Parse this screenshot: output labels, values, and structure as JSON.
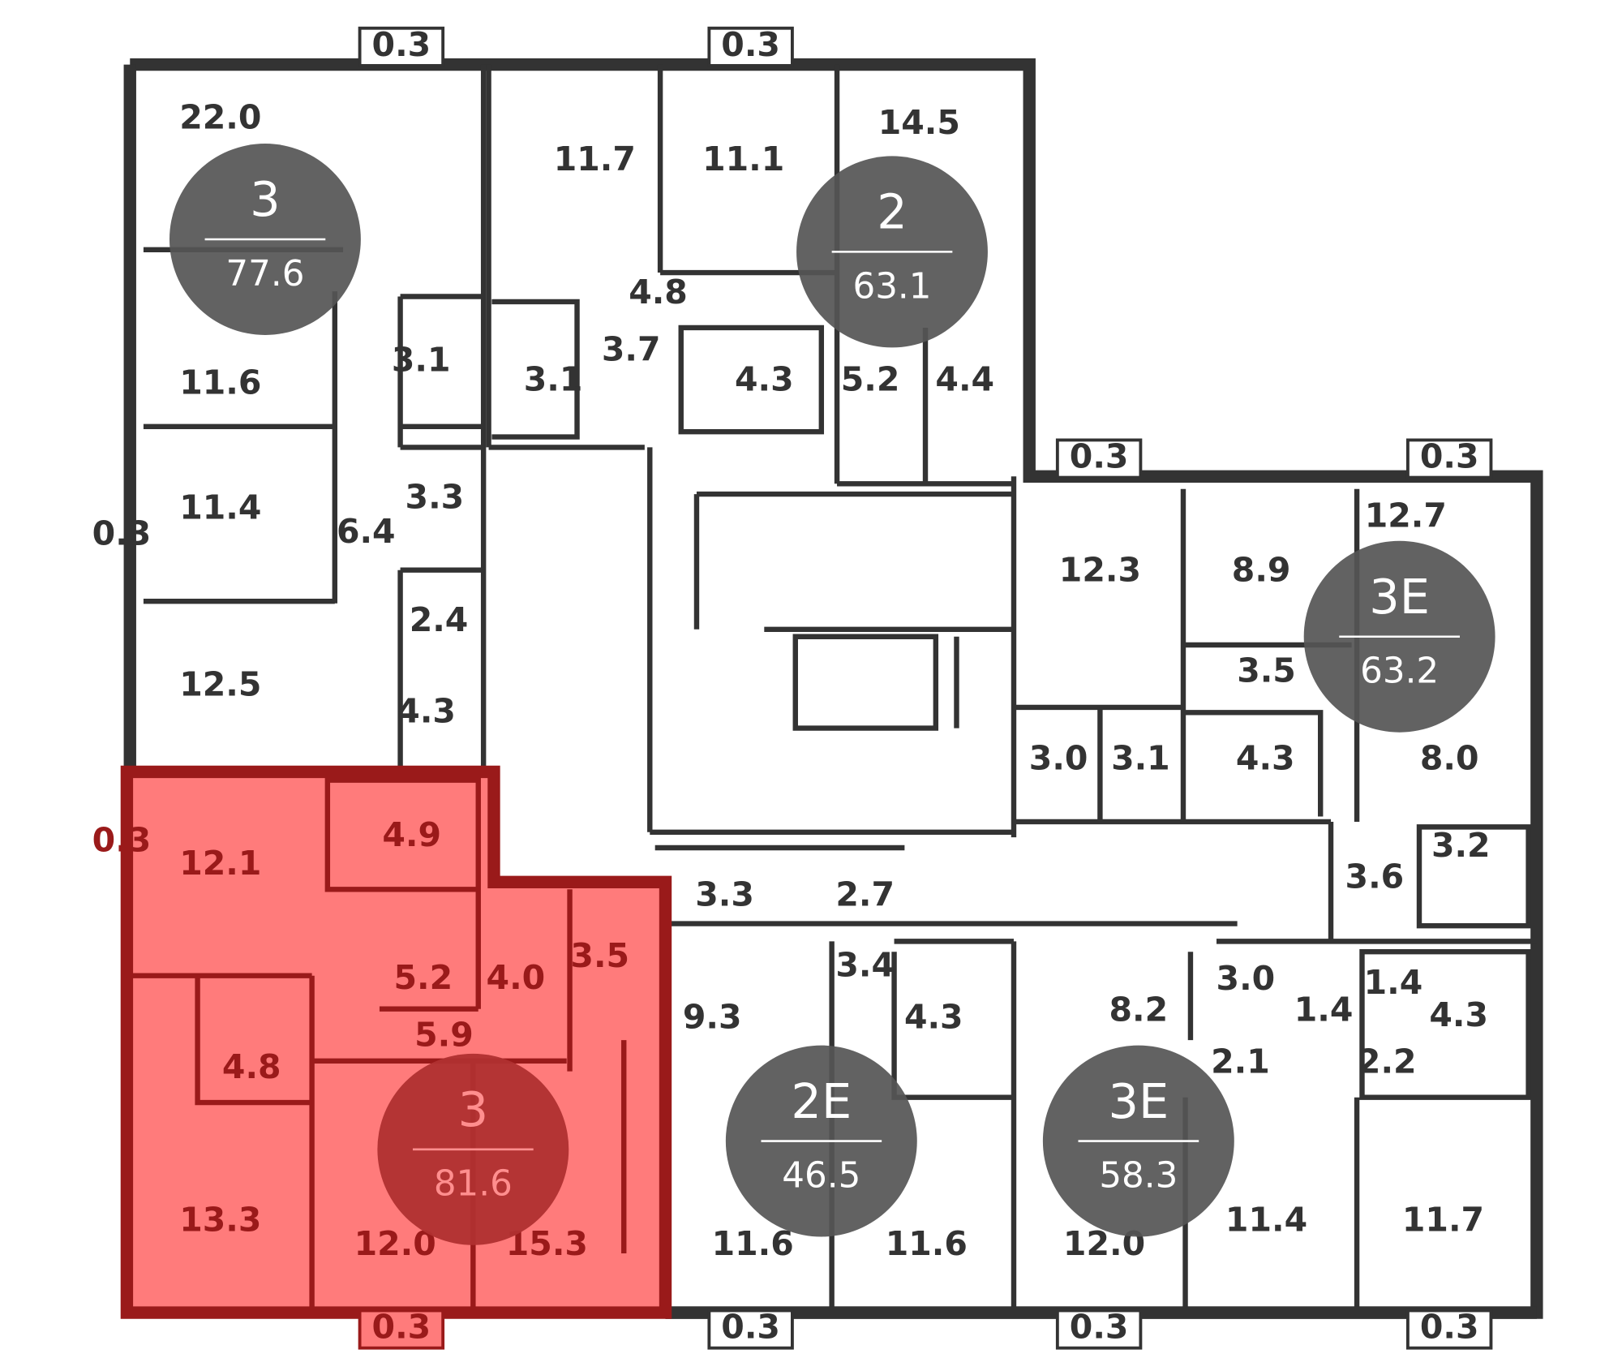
{
  "plan": {
    "colors": {
      "wall": "#333333",
      "badge": "#555555",
      "badge_text": "#ffffff",
      "highlight_fill": "#ff7b7b",
      "highlight_wall": "#9a1a1a",
      "highlight_badge": "#b03030",
      "highlight_badge_text": "#ff8e8e"
    },
    "apartments": [
      {
        "rooms": "3",
        "area": "77.6"
      },
      {
        "rooms": "2",
        "area": "63.1"
      },
      {
        "rooms": "3E",
        "area": "63.2"
      },
      {
        "rooms": "2E",
        "area": "46.5"
      },
      {
        "rooms": "3E",
        "area": "58.3"
      },
      {
        "rooms": "3",
        "area": "81.6",
        "selected": true
      }
    ],
    "room_areas": [
      "22.0",
      "11.7",
      "11.1",
      "14.5",
      "11.6",
      "3.1",
      "3.1",
      "3.7",
      "4.8",
      "4.3",
      "5.2",
      "4.4",
      "11.4",
      "3.3",
      "6.4",
      "0.3",
      "2.4",
      "12.5",
      "4.3",
      "12.3",
      "8.9",
      "12.7",
      "3.5",
      "3.0",
      "3.1",
      "4.3",
      "8.0",
      "3.2",
      "3.6",
      "12.1",
      "4.9",
      "0.3",
      "5.2",
      "4.0",
      "3.5",
      "5.9",
      "4.8",
      "13.3",
      "12.0",
      "15.3",
      "3.3",
      "2.7",
      "3.4",
      "9.3",
      "4.3",
      "11.6",
      "11.6",
      "8.2",
      "3.0",
      "1.4",
      "1.4",
      "4.3",
      "2.1",
      "2.2",
      "12.0",
      "11.4",
      "11.7"
    ],
    "balconies": [
      "0.3",
      "0.3",
      "0.3",
      "0.3",
      "0.3",
      "0.3",
      "0.3",
      "0.3"
    ]
  }
}
